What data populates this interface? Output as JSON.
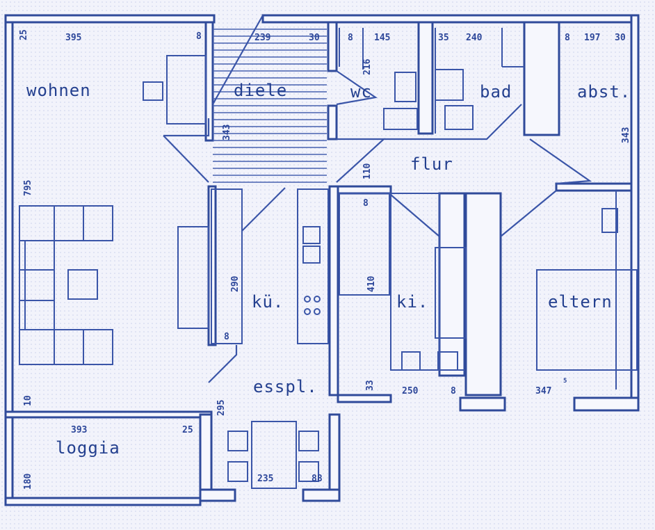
{
  "rooms": {
    "wohnen": "wohnen",
    "diele": "diele",
    "wc": "wc",
    "bad": "bad",
    "abst": "abst.",
    "flur": "flur",
    "kueche": "kü.",
    "kind": "ki.",
    "eltern": "eltern",
    "essplatz": "esspl.",
    "loggia": "loggia"
  },
  "dimensions": {
    "wohnen_top": "395",
    "wohnen_corner": "25",
    "wohnen_wall": "8",
    "diele_top": "239",
    "diele_wall": "30",
    "wc_wall": "8",
    "wc_top": "145",
    "wc_side": "216",
    "bad_wall": "35",
    "bad_top": "240",
    "abst_wall": "8",
    "abst_top": "197",
    "abst_right": "30",
    "abst_side": "343",
    "diele_side": "343",
    "flur_width": "110",
    "wohnen_side": "795",
    "kueche_side": "290",
    "kueche_wall": "8",
    "kind_wall": "8",
    "kind_side": "410",
    "kind_bottom": "250",
    "kind_corner": "33",
    "kind_wall_b": "8",
    "eltern_bottom": "347",
    "eltern_sup": "5",
    "wall_10": "10",
    "loggia_top": "393",
    "loggia_wall": "25",
    "loggia_side": "180",
    "essplatz_side": "295",
    "essplatz_bottom": "235",
    "essplatz_right": "88"
  }
}
